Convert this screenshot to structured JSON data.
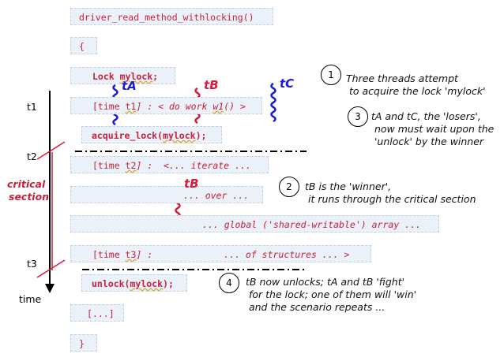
{
  "code": {
    "l1": "driver_read_method_withlocking()",
    "l2": "{",
    "l3a": "Lock ",
    "l3b": "mylock",
    "l3c": ";",
    "l4a": "[time ",
    "l4b": "t1",
    "l4c": "] : < do work ",
    "l4d": "w1",
    "l4e": "() >",
    "l5a": "acquire_lock(",
    "l5b": "mylock",
    "l5c": ");",
    "l6a": "[time ",
    "l6b": "t2",
    "l6c": "] :  <... iterate ...",
    "l7": "... over ...",
    "l8": "... global ('shared-writable') array ...",
    "l9a": "[time ",
    "l9b": "t3",
    "l9c": "] :             ... of structures ... >",
    "l10a": "unlock(",
    "l10b": "mylock",
    "l10c": ");",
    "l11": "[...]",
    "l12": "}"
  },
  "threads": {
    "tA": "tA",
    "tB": "tB",
    "tB2": "tB",
    "tC": "tC"
  },
  "timeline": {
    "t1": "t1",
    "t2": "t2",
    "t3": "t3",
    "time": "time",
    "crit1": "critical",
    "crit2": "section"
  },
  "notes": {
    "n1num": "1",
    "n1": "Three threads attempt\n to acquire the lock 'mylock'",
    "n2num": "2",
    "n2": "tB is the 'winner',\n it runs through the critical section",
    "n3num": "3",
    "n3": "tA and tC, the 'losers',\n now must wait upon the\n 'unlock' by the winner",
    "n4num": "4",
    "n4": "tB now unlocks; tA and tB 'fight'\n for the lock; one of them will 'win'\n and the scenario repeats ..."
  },
  "colors": {
    "code": "#c8203c",
    "tA": "#1a1ad8",
    "tB": "#d81a3c",
    "tC": "#1a1ad8",
    "box": "#eaf1f8"
  }
}
